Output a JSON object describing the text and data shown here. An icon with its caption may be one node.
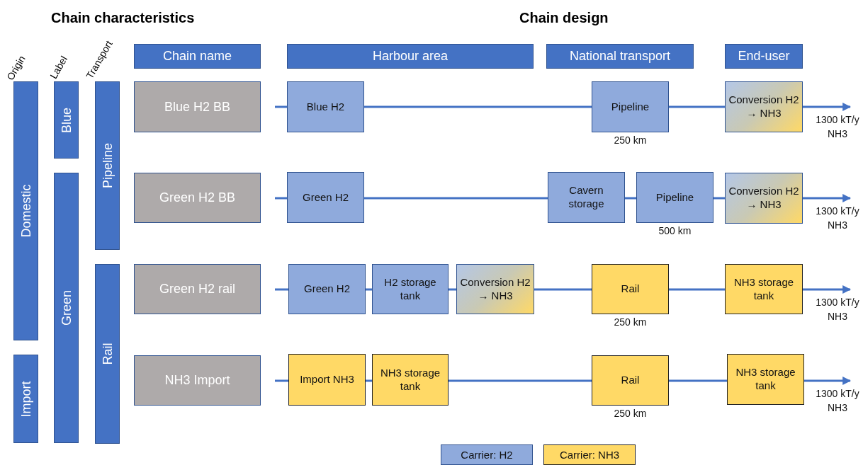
{
  "diagram": {
    "nodes": [
      {
        "text": [
          "Chain name"
        ]
      },
      {
        "text": [
          "Harbour area"
        ]
      },
      {
        "text": [
          "National transport"
        ]
      },
      {
        "text": [
          "End-user"
        ]
      },
      {
        "text": [
          "Domestic"
        ]
      },
      {
        "text": [
          "Import"
        ]
      },
      {
        "text": [
          "Blue"
        ]
      },
      {
        "text": [
          "Green"
        ]
      },
      {
        "text": [
          "Pipeline"
        ]
      },
      {
        "text": [
          "Rail"
        ]
      },
      {
        "text": [
          "Blue H2 BB"
        ]
      },
      {
        "text": [
          "Blue H2"
        ]
      },
      {
        "text": [
          "Pipeline"
        ],
        "beside": [
          "250 km"
        ]
      },
      {
        "text": [
          "Conversion H2 → NH3"
        ]
      },
      {
        "text": [
          "Green H2 BB"
        ]
      },
      {
        "text": [
          "Green H2"
        ]
      },
      {
        "text": [
          "Cavern storage"
        ]
      },
      {
        "text": [
          "Pipeline"
        ],
        "beside": [
          "500 km"
        ]
      },
      {
        "text": [
          "Conversion H2 → NH3"
        ]
      },
      {
        "text": [
          "Green H2 rail"
        ]
      },
      {
        "text": [
          "Green H2"
        ]
      },
      {
        "text": [
          "H2 storage tank"
        ]
      },
      {
        "text": [
          "Conversion H2 → NH3"
        ]
      },
      {
        "text": [
          "Rail"
        ],
        "beside": [
          "250 km"
        ]
      },
      {
        "text": [
          "NH3 storage tank"
        ]
      },
      {
        "text": [
          "NH3 Import"
        ]
      },
      {
        "text": [
          "Import NH3"
        ]
      },
      {
        "text": [
          "NH3 storage tank"
        ]
      },
      {
        "text": [
          "Rail"
        ],
        "beside": [
          "250 km"
        ]
      },
      {
        "text": [
          "NH3 storage tank"
        ]
      }
    ],
    "edges": [
      {
        "from": null,
        "to": 11,
        "arrow": "none"
      },
      {
        "from": 11,
        "to": 12,
        "arrow": "none"
      },
      {
        "from": 12,
        "to": 13,
        "arrow": "none"
      },
      {
        "from": 13,
        "to": null,
        "arrow": "to",
        "label": "1300 kT/y NH3"
      },
      {
        "from": null,
        "to": 15,
        "arrow": "none"
      },
      {
        "from": 15,
        "to": 16,
        "arrow": "none"
      },
      {
        "from": 16,
        "to": 17,
        "arrow": "none"
      },
      {
        "from": 17,
        "to": 18,
        "arrow": "none"
      },
      {
        "from": 18,
        "to": null,
        "arrow": "to",
        "label": "1300 kT/y NH3"
      },
      {
        "from": null,
        "to": 20,
        "arrow": "none"
      },
      {
        "from": 20,
        "to": 21,
        "arrow": "none"
      },
      {
        "from": 21,
        "to": 22,
        "arrow": "none"
      },
      {
        "from": 22,
        "to": 23,
        "arrow": "none"
      },
      {
        "from": 23,
        "to": 24,
        "arrow": "none"
      },
      {
        "from": 24,
        "to": null,
        "arrow": "to",
        "label": "1300 kT/y NH3"
      },
      {
        "from": null,
        "to": 26,
        "arrow": "none"
      },
      {
        "from": 26,
        "to": 27,
        "arrow": "none"
      },
      {
        "from": 27,
        "to": 28,
        "arrow": "none"
      },
      {
        "from": 28,
        "to": 29,
        "arrow": "none"
      },
      {
        "from": 29,
        "to": null,
        "arrow": "to",
        "label": "1300 kT/y NH3"
      }
    ],
    "labels": [
      "Chain characteristics",
      "Chain design",
      "Origin",
      "Label",
      "Transport"
    ],
    "legend": [
      {
        "text": "Carrier: H2",
        "color": "#8faadc"
      },
      {
        "text": "Carrier: NH3",
        "color": "#ffd966"
      }
    ]
  }
}
